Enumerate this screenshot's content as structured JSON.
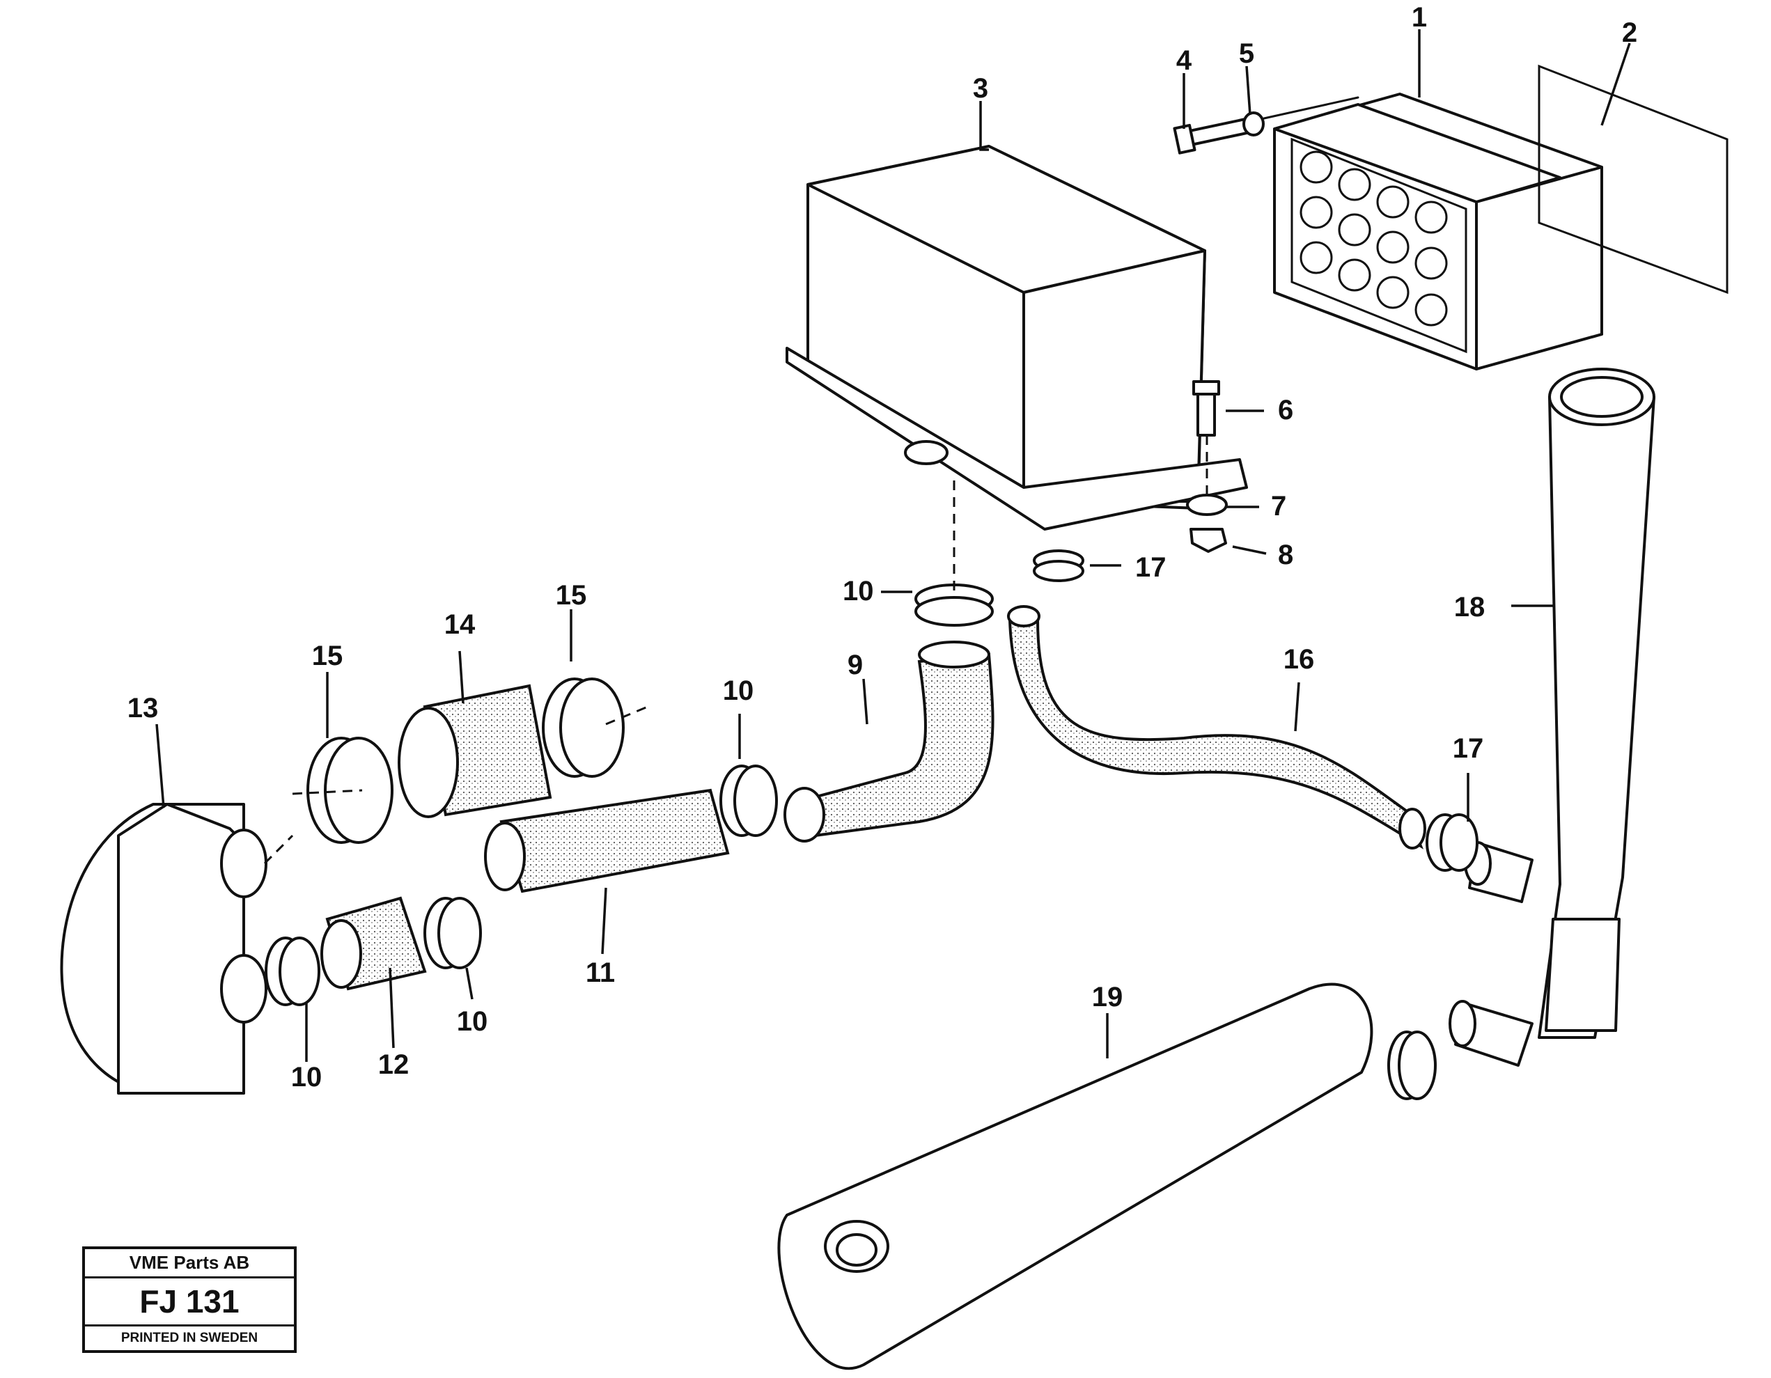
{
  "diagram": {
    "callouts": [
      {
        "id": "c1",
        "text": "1"
      },
      {
        "id": "c2",
        "text": "2"
      },
      {
        "id": "c3",
        "text": "3"
      },
      {
        "id": "c4",
        "text": "4"
      },
      {
        "id": "c5",
        "text": "5"
      },
      {
        "id": "c6",
        "text": "6"
      },
      {
        "id": "c7",
        "text": "7"
      },
      {
        "id": "c8",
        "text": "8"
      },
      {
        "id": "c9",
        "text": "9"
      },
      {
        "id": "c10a",
        "text": "10"
      },
      {
        "id": "c10b",
        "text": "10"
      },
      {
        "id": "c10c",
        "text": "10"
      },
      {
        "id": "c10d",
        "text": "10"
      },
      {
        "id": "c11",
        "text": "11"
      },
      {
        "id": "c12",
        "text": "12"
      },
      {
        "id": "c13",
        "text": "13"
      },
      {
        "id": "c14",
        "text": "14"
      },
      {
        "id": "c15a",
        "text": "15"
      },
      {
        "id": "c15b",
        "text": "15"
      },
      {
        "id": "c16",
        "text": "16"
      },
      {
        "id": "c17a",
        "text": "17"
      },
      {
        "id": "c17b",
        "text": "17"
      },
      {
        "id": "c18",
        "text": "18"
      },
      {
        "id": "c19",
        "text": "19"
      }
    ]
  },
  "title_block": {
    "company": "VME Parts AB",
    "code": "FJ 131",
    "printed": "PRINTED IN SWEDEN"
  }
}
